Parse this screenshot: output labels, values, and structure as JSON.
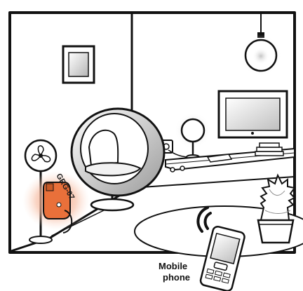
{
  "scene": {
    "device_model": "GRG-07",
    "phone_caption_line1": "Mobile",
    "phone_caption_line2": "phone"
  },
  "colors": {
    "line": "#111111",
    "wall_gray": "#d9d9d9",
    "device_orange": "#e8772e",
    "device_glow": "#f5a57e",
    "lamp_glow": "#cfcfcf"
  },
  "icons": {
    "fan": "floor-fan-icon",
    "chair": "ball-chair-icon",
    "tv": "television-icon",
    "phone": "mobile-phone-icon",
    "plant": "potted-cactus-icon",
    "lamp": "pendant-lamp-icon",
    "signal": "wireless-signal-icon"
  }
}
